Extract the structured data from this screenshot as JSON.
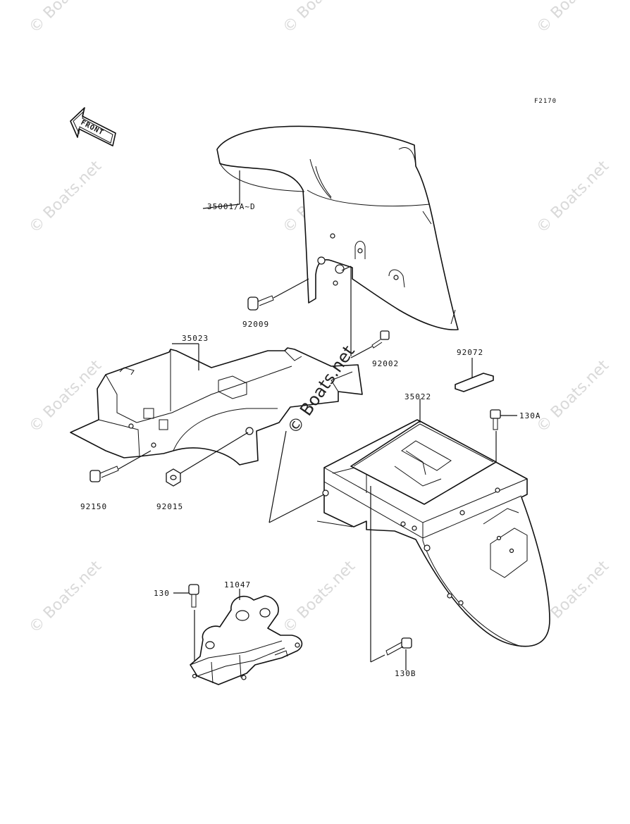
{
  "figure_code": "F2170",
  "front_label": "FRONT",
  "watermark": "© Boats.net",
  "part_labels": {
    "front_fender": "35001/A~D",
    "bolt_92009": "92009",
    "inner_fender": "35023",
    "bolt_92002": "92002",
    "strap_92072": "92072",
    "rear_fender": "35022",
    "bolt_130A": "130A",
    "bolt_92150": "92150",
    "nut_92015": "92015",
    "bolt_130": "130",
    "bracket_11047": "11047",
    "bolt_130B": "130B"
  }
}
